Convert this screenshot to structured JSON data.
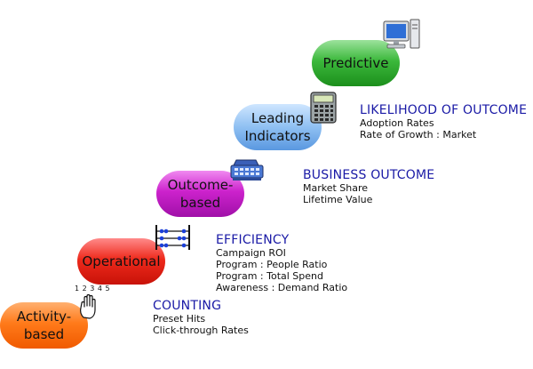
{
  "stages": {
    "activity": "Activity-\nbased",
    "operational": "Operational",
    "outcome": "Outcome-\nbased",
    "leading": "Leading\nIndicators",
    "predictive": "Predictive"
  },
  "blocks": {
    "counting": {
      "heading": "COUNTING",
      "items": [
        "Preset Hits",
        "Click-through Rates"
      ]
    },
    "efficiency": {
      "heading": "EFFICIENCY",
      "items": [
        "Campaign ROI",
        "Program : People Ratio",
        "Program : Total Spend",
        "Awareness : Demand Ratio"
      ]
    },
    "business": {
      "heading": "BUSINESS OUTCOME",
      "items": [
        "Market Share",
        "Lifetime Value"
      ]
    },
    "likelihood": {
      "heading": "LIKELIHOOD OF OUTCOME",
      "items": [
        "Adoption Rates",
        "Rate of Growth : Market"
      ]
    }
  },
  "finger_counts": "1 2 3 4 5",
  "icons": {
    "counting": "hand-icon",
    "efficiency": "abacus-icon",
    "business": "cash-register-icon",
    "leading": "calculator-icon",
    "predictive": "computer-icon"
  },
  "colors": {
    "heading": "#1a1aa6",
    "activity": "#ff7a1a",
    "operational": "#ee2a1c",
    "outcome": "#cc22cc",
    "leading": "#8fc0f2",
    "predictive": "#3bb83b"
  }
}
